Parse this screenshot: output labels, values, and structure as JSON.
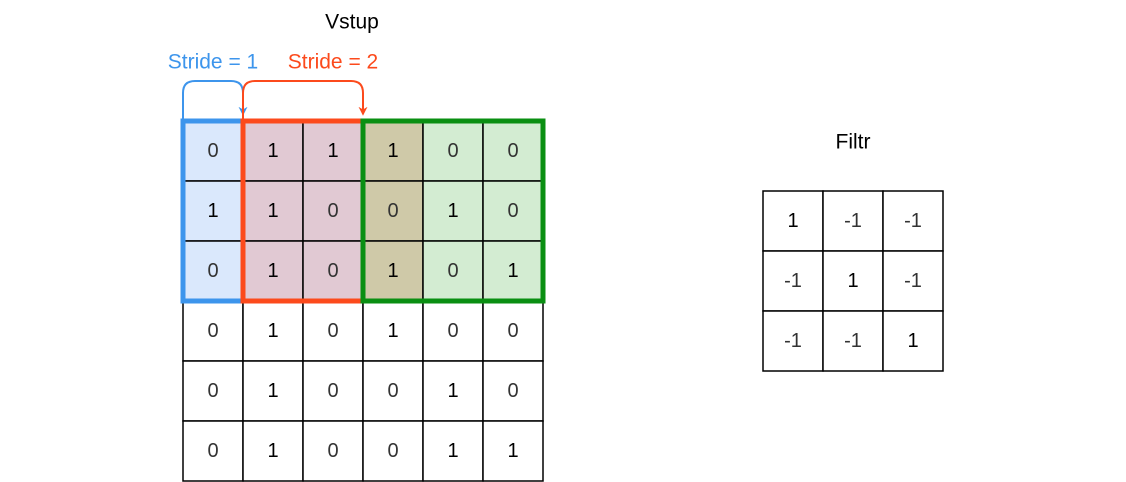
{
  "input_grid": {
    "title": "Vstup",
    "rows": [
      [
        "0",
        "1",
        "1",
        "1",
        "0",
        "0"
      ],
      [
        "1",
        "1",
        "0",
        "0",
        "1",
        "0"
      ],
      [
        "0",
        "1",
        "0",
        "1",
        "0",
        "1"
      ],
      [
        "0",
        "1",
        "0",
        "1",
        "0",
        "0"
      ],
      [
        "0",
        "1",
        "0",
        "0",
        "1",
        "0"
      ],
      [
        "0",
        "1",
        "0",
        "0",
        "1",
        "1"
      ]
    ]
  },
  "filter_grid": {
    "title": "Filtr",
    "rows": [
      [
        "1",
        "-1",
        "-1"
      ],
      [
        "-1",
        "1",
        "-1"
      ],
      [
        "-1",
        "-1",
        "1"
      ]
    ]
  },
  "stride_labels": {
    "stride_1": "Stride = 1",
    "stride_2": "Stride = 2"
  },
  "colors": {
    "blue_window_fill": "#dae8fc",
    "red_window_fill": "#e1c9d3",
    "overlap_fill": "#cfc9a8",
    "green_window_fill": "#d3ecd2",
    "blue_stroke": "#3d95ec",
    "red_stroke": "#fc4a1c",
    "green_stroke": "#0a8f12",
    "black_text": "#000000",
    "gray_text": "#333333"
  }
}
